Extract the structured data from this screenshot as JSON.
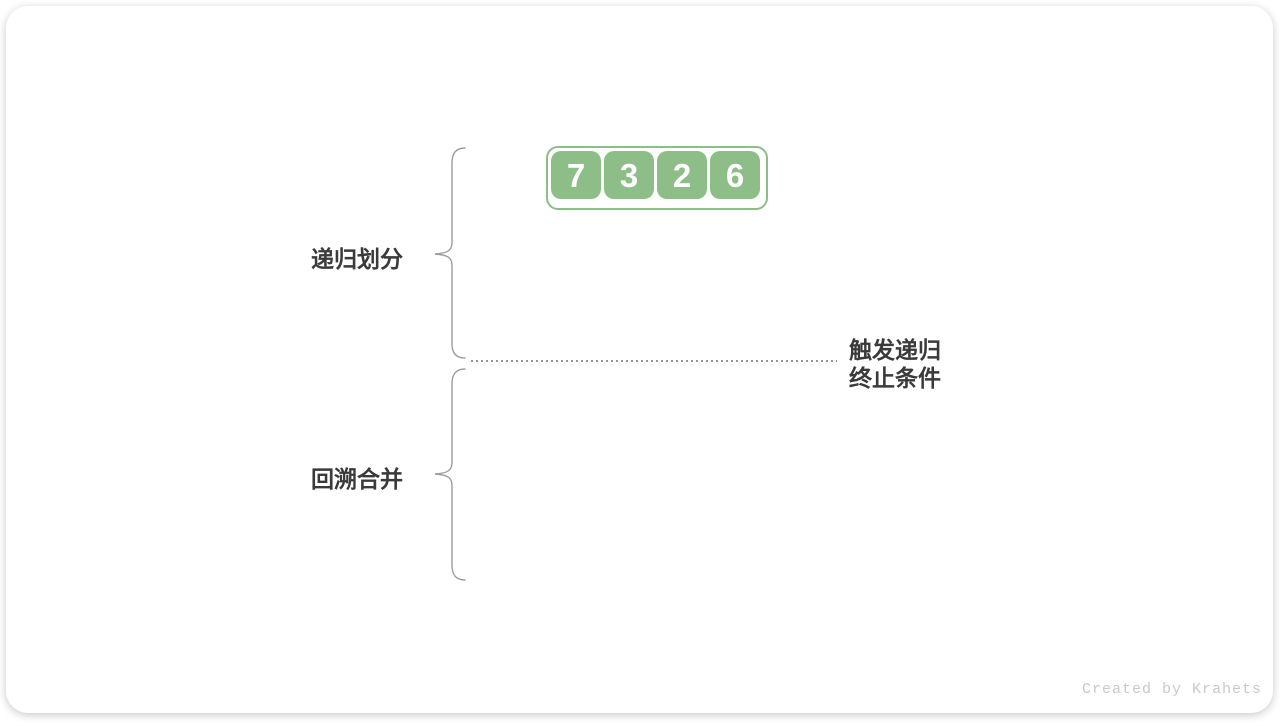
{
  "diagram": {
    "array": {
      "values": [
        "7",
        "3",
        "2",
        "6"
      ]
    },
    "phases": {
      "divide_label": "递归划分",
      "merge_label": "回溯合并"
    },
    "trigger": {
      "line1": "触发递归",
      "line2": "终止条件"
    },
    "watermark": "Created by Krahets",
    "colors": {
      "array_green": "#8ebe88",
      "label_text": "#3a3a3a",
      "brace_gray": "#9d9d9d",
      "dotted_gray": "#858585",
      "watermark_gray": "#c9c9c9",
      "card_bg": "#ffffff"
    }
  }
}
